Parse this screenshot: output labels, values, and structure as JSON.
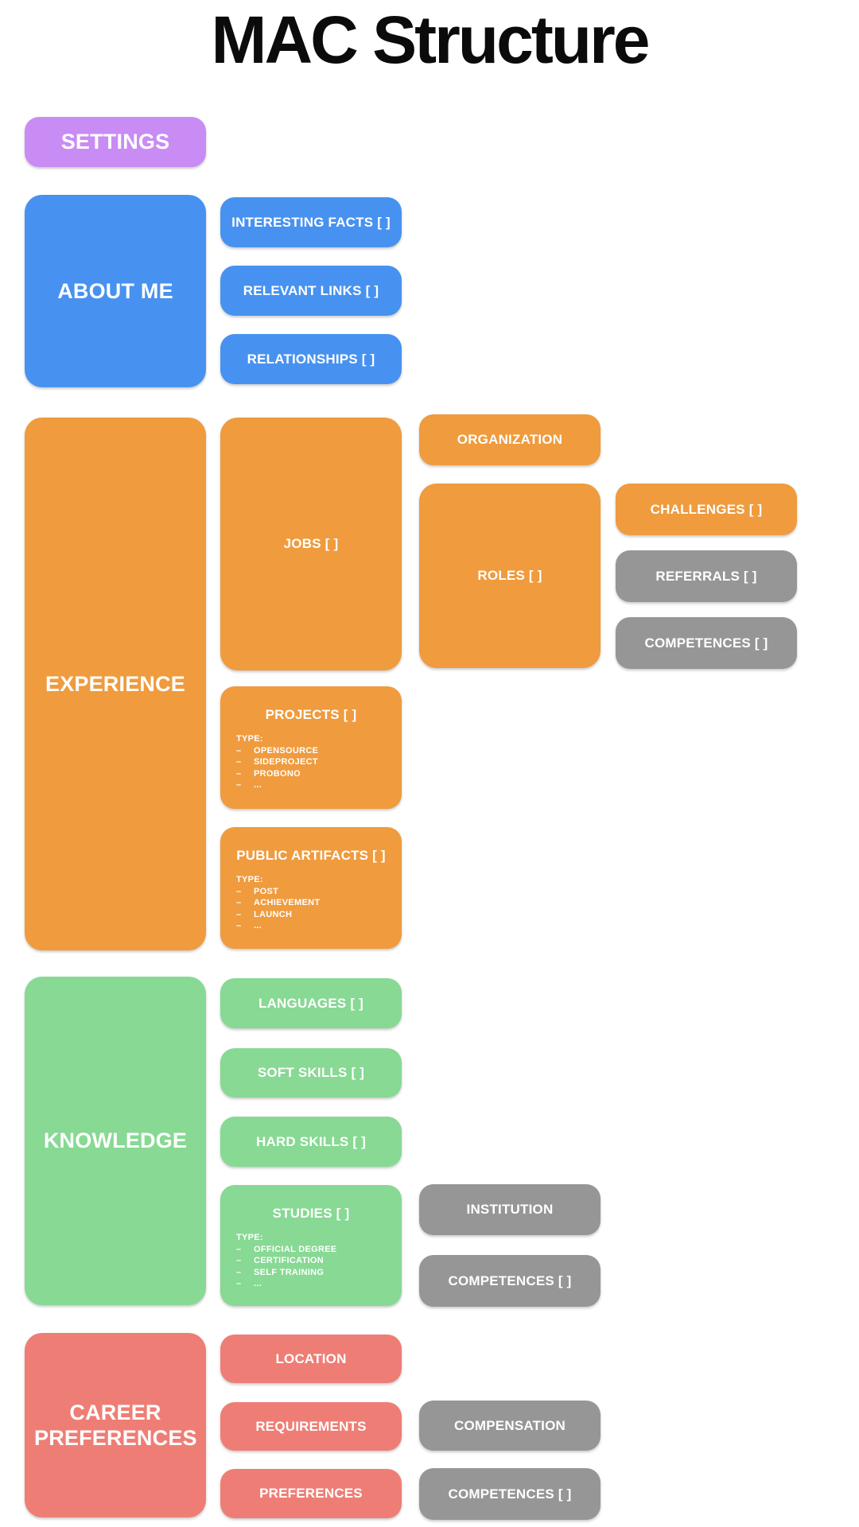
{
  "page": {
    "title": "MAC Structure"
  },
  "chars": {
    "dash": "–"
  },
  "palette": {
    "purple": "#c98bf4",
    "blue": "#4792f0",
    "orange": "#ef9b3e",
    "green": "#87d993",
    "salmon": "#ee7e75",
    "gray": "#969696",
    "label": "#ffffff",
    "title_color": "#0b0b0b",
    "background": "#ffffff"
  },
  "settings": {
    "label": "SETTINGS"
  },
  "about": {
    "label": "ABOUT ME",
    "interesting_facts": "INTERESTING FACTS [ ]",
    "relevant_links": "RELEVANT LINKS [ ]",
    "relationships": "RELATIONSHIPS [ ]"
  },
  "experience": {
    "label": "EXPERIENCE",
    "jobs": "JOBS [ ]",
    "projects": {
      "label": "PROJECTS [ ]",
      "type_label": "TYPE:",
      "types": [
        "OPENSOURCE",
        "SIDEPROJECT",
        "PROBONO",
        "..."
      ]
    },
    "public_artifacts": {
      "label": "PUBLIC ARTIFACTS [ ]",
      "type_label": "TYPE:",
      "types": [
        "POST",
        "ACHIEVEMENT",
        "LAUNCH",
        "..."
      ]
    },
    "organization": "ORGANIZATION",
    "roles": "ROLES [ ]",
    "challenges": "CHALLENGES [ ]",
    "referrals": "REFERRALS [ ]",
    "competences": "COMPETENCES [ ]"
  },
  "knowledge": {
    "label": "KNOWLEDGE",
    "languages": "LANGUAGES [ ]",
    "soft_skills": "SOFT SKILLS [ ]",
    "hard_skills": "HARD SKILLS [ ]",
    "studies": {
      "label": "STUDIES [ ]",
      "type_label": "TYPE:",
      "types": [
        "OFFICIAL DEGREE",
        "CERTIFICATION",
        "SELF TRAINING",
        "..."
      ]
    },
    "institution": "INSTITUTION",
    "competences": "COMPETENCES [ ]"
  },
  "career": {
    "label": "CAREER PREFERENCES",
    "location": "LOCATION",
    "requirements": "REQUIREMENTS",
    "preferences": "PREFERENCES",
    "compensation": "COMPENSATION",
    "competences": "COMPETENCES [ ]"
  }
}
